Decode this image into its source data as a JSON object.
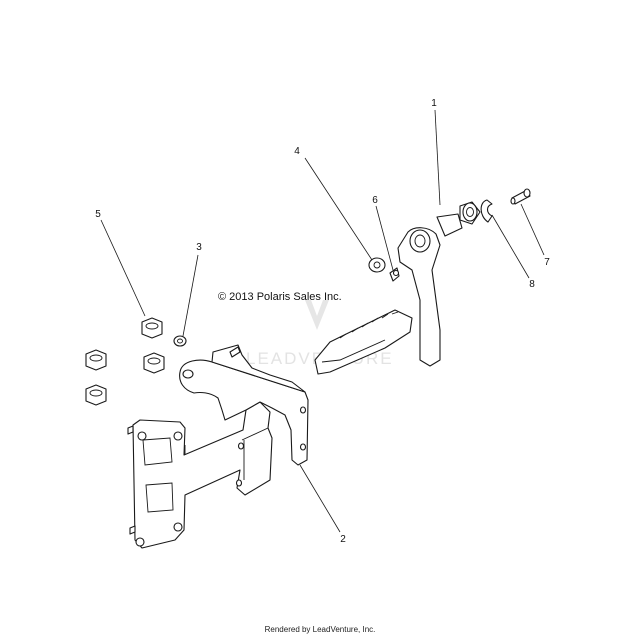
{
  "diagram": {
    "copyright": "© 2013 Polaris Sales Inc.",
    "watermark_text": "LEADVENTURE",
    "footer": "Rendered by LeadVenture, Inc.",
    "callouts": [
      "1",
      "2",
      "3",
      "4",
      "5",
      "6",
      "7",
      "8"
    ]
  }
}
